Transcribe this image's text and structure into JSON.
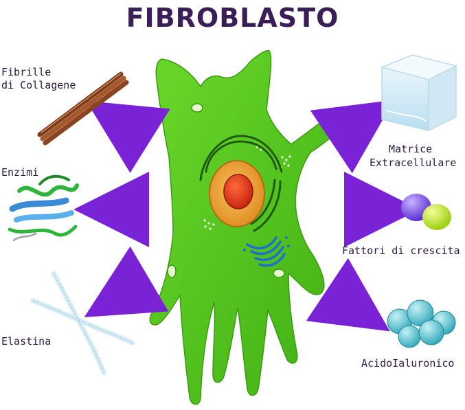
{
  "title": "FIBROBLASTO",
  "labels": {
    "collagen": [
      "Fibrille",
      "di Collagene"
    ],
    "enzymes": "Enzimi",
    "elastin": "Elastina",
    "matrix": [
      "Matrice",
      "Extracellulare"
    ],
    "growth_factors": "Fattori di crescita",
    "hyaluronic_acid": "AcidoIaluronico"
  },
  "colors": {
    "title": "#3a1e58",
    "arrow": "#7a22d6",
    "cell": "#4cc41c",
    "nucleus": "#f0a534",
    "nucleolus": "#e23a1a"
  }
}
